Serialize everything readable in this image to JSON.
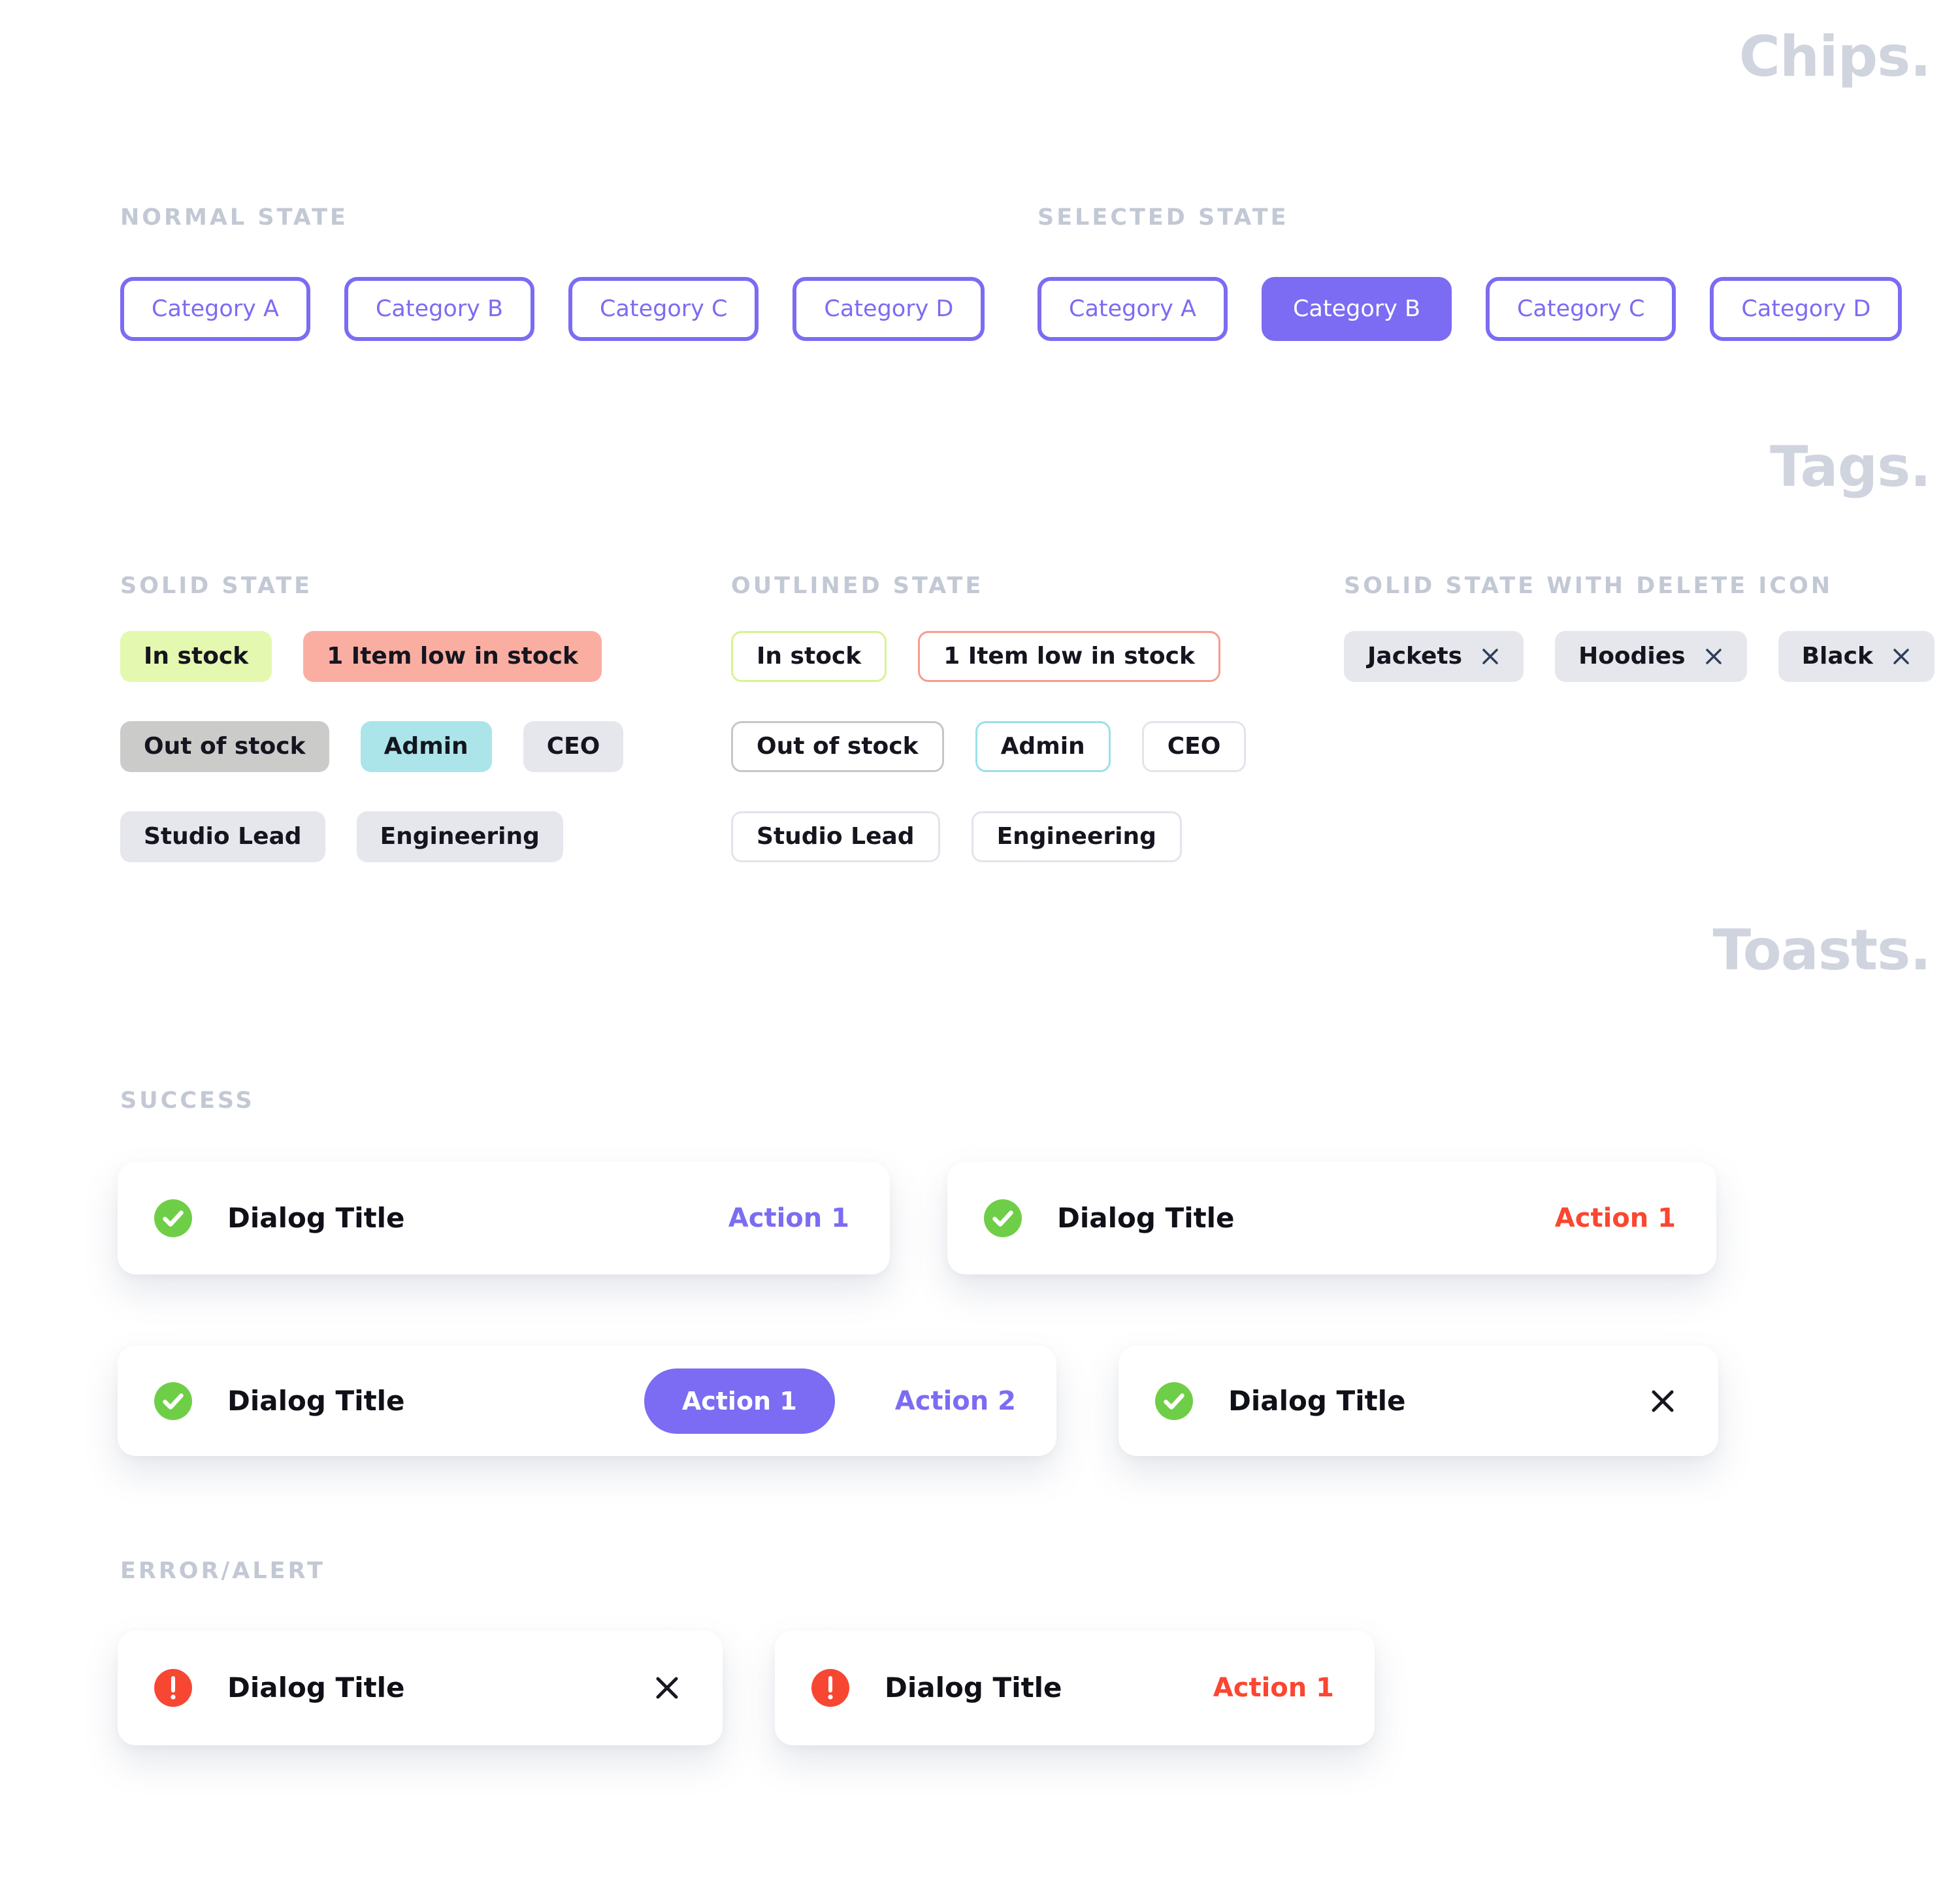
{
  "chips": {
    "section_title": "Chips.",
    "normal": {
      "heading": "NORMAL STATE",
      "items": [
        "Category A",
        "Category B",
        "Category C",
        "Category D"
      ]
    },
    "selected": {
      "heading": "SELECTED STATE",
      "items": [
        "Category A",
        "Category B",
        "Category C",
        "Category D"
      ],
      "selected_item": "Category B"
    }
  },
  "tags": {
    "section_title": "Tags.",
    "solid": {
      "heading": "SOLID STATE",
      "rows": [
        [
          "In stock",
          "1 Item low in stock"
        ],
        [
          "Out of stock",
          "Admin",
          "CEO"
        ],
        [
          "Studio Lead",
          "Engineering"
        ]
      ]
    },
    "outlined": {
      "heading": "OUTLINED STATE",
      "rows": [
        [
          "In stock",
          "1 Item low in stock"
        ],
        [
          "Out of stock",
          "Admin",
          "CEO"
        ],
        [
          "Studio Lead",
          "Engineering"
        ]
      ]
    },
    "deletable": {
      "heading": "SOLID STATE WITH DELETE ICON",
      "items": [
        "Jackets",
        "Hoodies",
        "Black"
      ],
      "delete_icon": "close-icon"
    }
  },
  "toasts": {
    "section_title": "Toasts.",
    "success": {
      "heading": "SUCCESS",
      "icon": "check-circle-icon",
      "items": [
        {
          "title": "Dialog Title",
          "action1": "Action 1"
        },
        {
          "title": "Dialog Title",
          "action1": "Action 1"
        },
        {
          "title": "Dialog Title",
          "action1": "Action 1",
          "action2": "Action 2"
        },
        {
          "title": "Dialog Title",
          "close_icon": "close-icon"
        }
      ]
    },
    "error": {
      "heading": "ERROR/ALERT",
      "icon": "alert-circle-icon",
      "items": [
        {
          "title": "Dialog Title",
          "close_icon": "close-icon"
        },
        {
          "title": "Dialog Title",
          "action1": "Action 1"
        }
      ]
    }
  },
  "colors": {
    "accent": "#7B6CF3",
    "title_gray": "#CFD4DE",
    "label_gray": "#C2C8D4",
    "ink": "#15151F",
    "green_tag": "#E4F8AF",
    "green_tag_border": "#D6F391",
    "salmon_tag": "#F9AEA1",
    "salmon_tag_border": "#F69C8E",
    "gray_tag": "#CBCBCA",
    "gray_tag_border": "#C6C6C5",
    "cyan_tag": "#ABE5EA",
    "cyan_tag_border": "#9BE0E8",
    "lightgray_tag": "#E6E7ED",
    "delete_icon": "#2E3F5C",
    "success_green": "#6FCE47",
    "error_red": "#F74733",
    "action_red": "#FB4631"
  }
}
